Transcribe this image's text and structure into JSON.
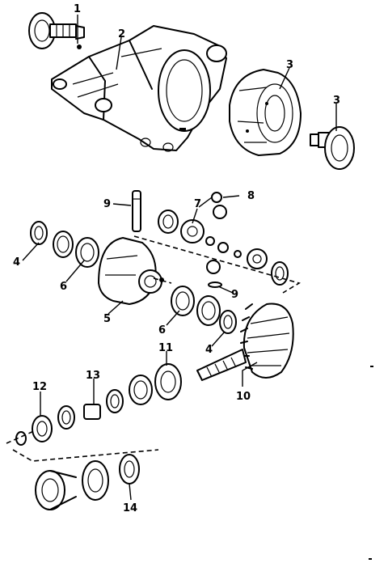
{
  "callouts": [
    "1",
    "2",
    "3",
    "3",
    "4",
    "4",
    "5",
    "6",
    "6",
    "7",
    "8",
    "9",
    "9",
    "10",
    "11",
    "12",
    "13",
    "14"
  ]
}
